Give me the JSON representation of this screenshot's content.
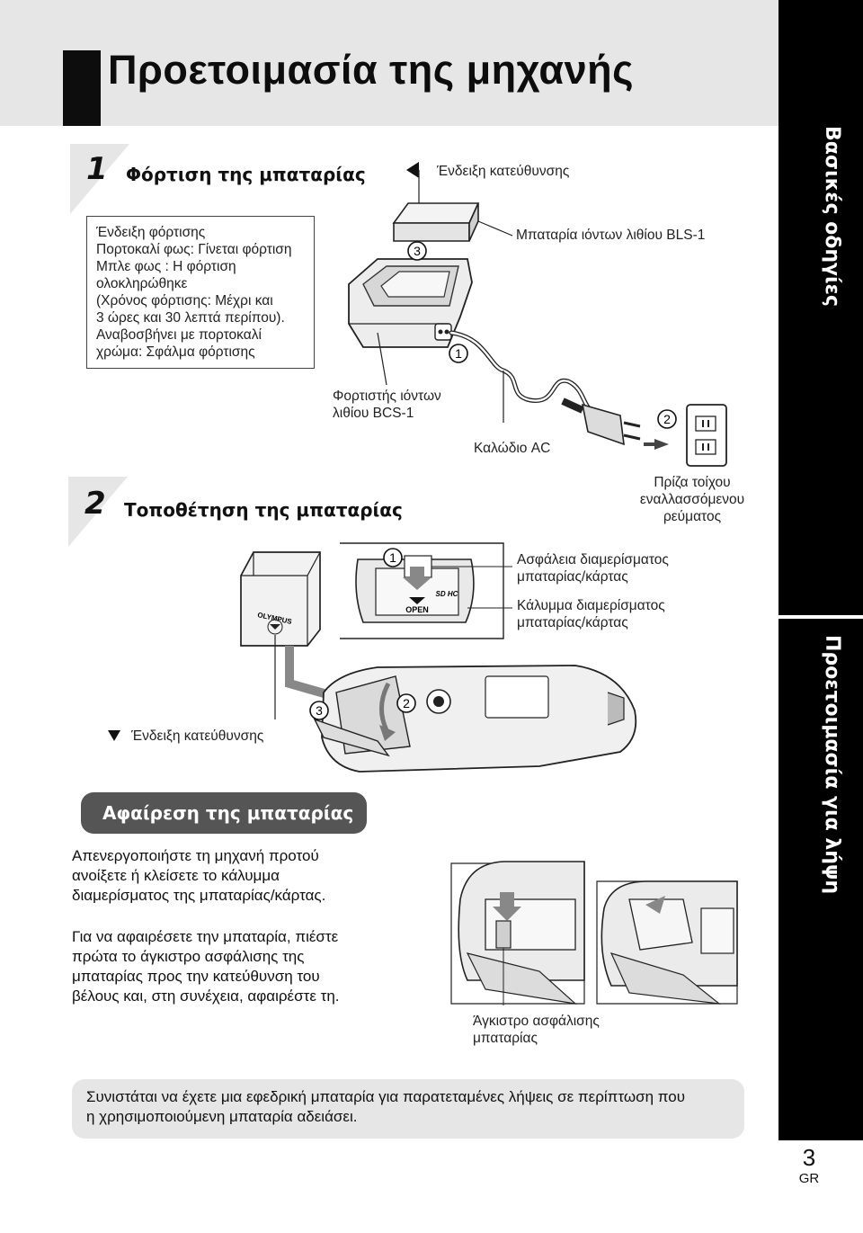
{
  "page": {
    "title": "Προετοιμασία της μηχανής",
    "number": "3",
    "language": "GR"
  },
  "sidebar": {
    "tab_top": "Βασικές οδηγίες",
    "tab_bottom": "Προετοιμασία για λήψη"
  },
  "step1": {
    "number": "1",
    "title": "Φόρτιση της μπαταρίας",
    "info_box": [
      "Ένδειξη φόρτισης",
      "Πορτοκαλί φως: Γίνεται φόρτιση",
      "Μπλε φως  : Η φόρτιση",
      "ολοκληρώθηκε",
      "(Χρόνος φόρτισης: Μέχρι και",
      "3 ώρες και 30 λεπτά περίπου).",
      "Αναβοσβήνει με πορτοκαλί",
      "χρώμα: Σφάλμα φόρτισης"
    ],
    "direction_label": "Ένδειξη κατεύθυνσης",
    "battery_label": "Μπαταρία ιόντων λιθίου BLS-1",
    "charger_label": [
      "Φορτιστής ιόντων",
      "λιθίου BCS-1"
    ],
    "cable_label": "Καλώδιο AC",
    "outlet_label": [
      "Πρίζα τοίχου",
      "εναλλασσόμενου",
      "ρεύματος"
    ],
    "callouts": [
      "1",
      "2",
      "3"
    ]
  },
  "step2": {
    "number": "2",
    "title": "Τοποθέτηση της μπαταρίας",
    "lock_label": [
      "Ασφάλεια διαμερίσματος",
      "μπαταρίας/κάρτας"
    ],
    "cover_label": [
      "Κάλυμμα διαμερίσματος",
      "μπαταρίας/κάρτας"
    ],
    "direction_label": "Ένδειξη κατεύθυνσης",
    "open_text": "OPEN",
    "sdhc_text": "SD HC",
    "brand_text": "OLYMPUS",
    "callouts": [
      "1",
      "2",
      "3"
    ]
  },
  "removal": {
    "heading": "Αφαίρεση της μπαταρίας",
    "para1": [
      "Απενεργοποιήστε τη μηχανή προτού",
      "ανοίξετε ή κλείσετε το κάλυμμα",
      "διαμερίσματος της μπαταρίας/κάρτας."
    ],
    "para2": [
      "Για να αφαιρέσετε την μπαταρία, πιέστε",
      "πρώτα το άγκιστρο ασφάλισης της",
      "μπαταρίας προς την κατεύθυνση του",
      "βέλους και, στη συνέχεια, αφαιρέστε τη."
    ],
    "hook_label": [
      "Άγκιστρο ασφάλισης",
      "μπαταρίας"
    ]
  },
  "note": [
    "Συνιστάται να έχετε μια εφεδρική μπαταρία για παρατεταμένες λήψεις σε περίπτωση που",
    "η χρησιμοποιούμενη μπαταρία αδειάσει."
  ]
}
